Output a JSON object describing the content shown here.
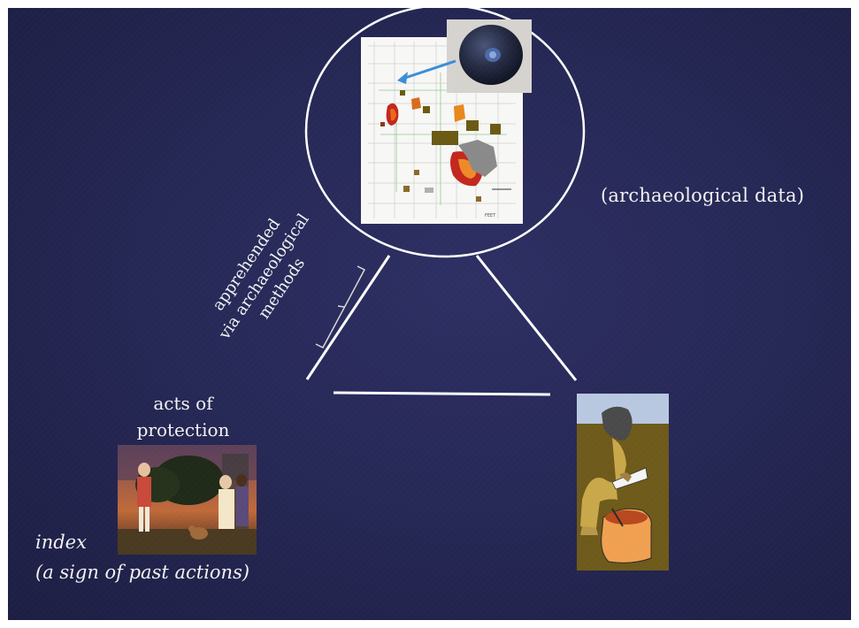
{
  "slide": {
    "background_color": "#262856",
    "text_color": "#f2f2f2",
    "accent_line_color": "#ffffff"
  },
  "labels": {
    "archaeological_data": "(archaeological data)",
    "acts_of_protection": "acts of protection",
    "index_line1": "index",
    "index_line2": "(a sign of past actions)",
    "apprehended_line1": "apprehended",
    "apprehended_line2": "via archaeological",
    "apprehended_line3": "methods"
  },
  "images": {
    "site_map": "excavation-site-plan-map",
    "bead": "dark-blue-glass-bead",
    "painting": "painting-children-with-dog",
    "archaeologist": "archaeologist-excavating-pot-illustration"
  },
  "map_scale_text": "FEET"
}
